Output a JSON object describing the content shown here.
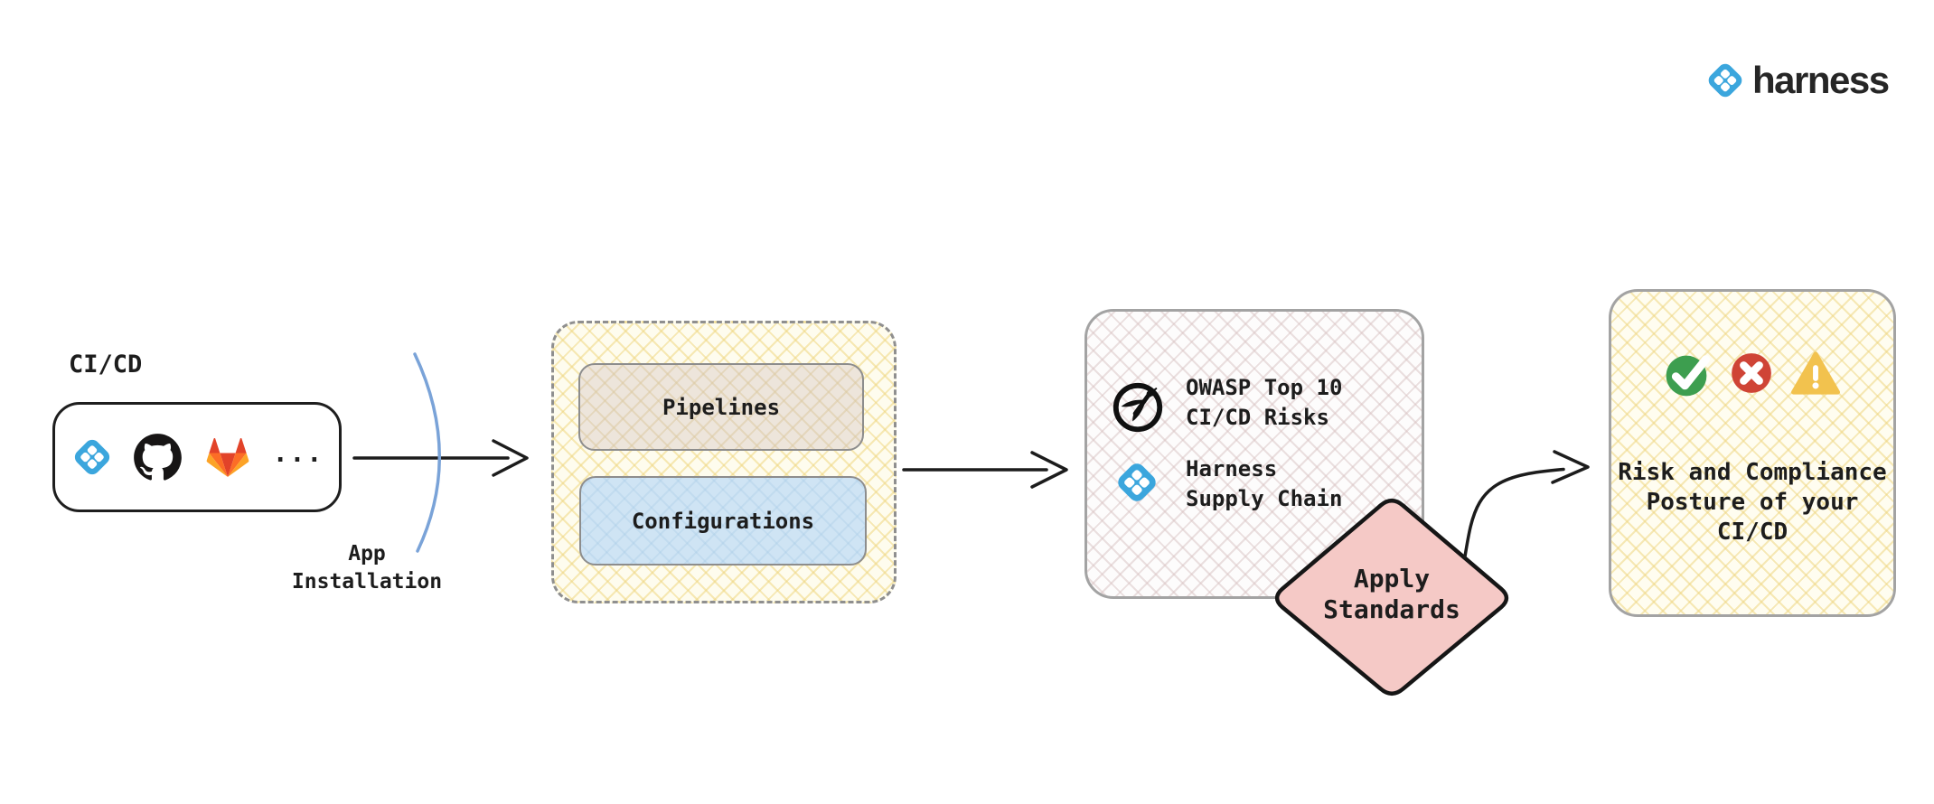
{
  "brand": {
    "name": "harness"
  },
  "colors": {
    "harness_blue": "#3BA6DD",
    "diamond_pink": "#F5C9C6",
    "success_green": "#3D9E4F",
    "error_red": "#CF4436",
    "warning_yellow": "#F2C24E",
    "hatch_yellow": "#EED682",
    "hatch_rose": "#D8C2C2",
    "connector_black": "#1C1C1C",
    "installation_arc_blue": "#7AA3D8"
  },
  "cicd": {
    "label": "CI/CD",
    "ellipsis": "...",
    "icons": [
      "harness-icon",
      "github-icon",
      "gitlab-icon"
    ]
  },
  "app_installation": {
    "line1": "App",
    "line2": "Installation"
  },
  "pipelines": {
    "label": "Pipelines"
  },
  "configurations": {
    "label": "Configurations"
  },
  "standards": {
    "owasp": {
      "line1": "OWASP Top 10",
      "line2": "CI/CD Risks"
    },
    "harness": {
      "line1": "Harness",
      "line2": "Supply Chain"
    }
  },
  "apply": {
    "line1": "Apply",
    "line2": "Standards"
  },
  "posture": {
    "icons": [
      "check-icon",
      "cross-icon",
      "warning-icon"
    ],
    "line1": "Risk and Compliance",
    "line2": "Posture of your",
    "line3": "CI/CD"
  }
}
